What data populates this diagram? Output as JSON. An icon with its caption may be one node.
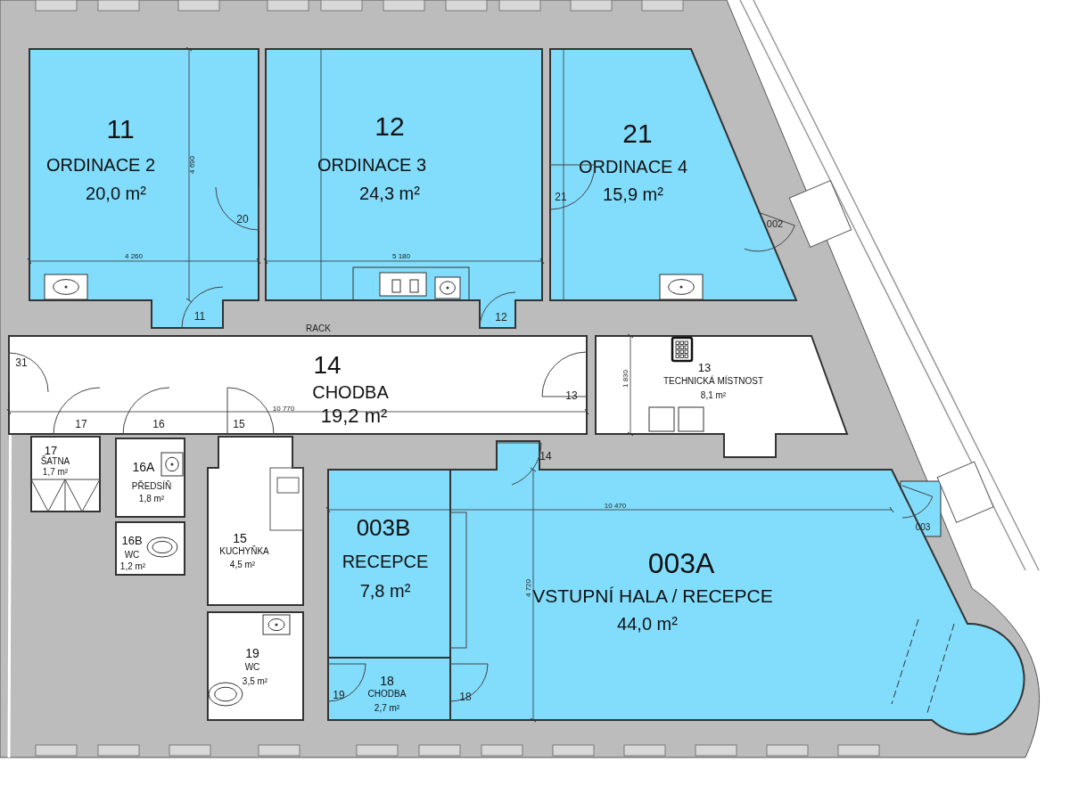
{
  "diagram": {
    "nodes": [
      {
        "text": [
          "11",
          "ORDINACE 2",
          "20,0 m²"
        ]
      },
      {
        "text": [
          "12",
          "ORDINACE 3",
          "24,3 m²"
        ]
      },
      {
        "text": [
          "21",
          "ORDINACE 4",
          "15,9 m²"
        ]
      },
      {
        "text": [
          "14",
          "CHODBA",
          "19,2 m²"
        ]
      },
      {
        "text": [
          "13",
          "TECHNICKÁ MÍSTNOST",
          "8,1 m²"
        ]
      },
      {
        "text": [
          "17",
          "ŠATNA",
          "1,7 m²"
        ]
      },
      {
        "text": [
          "16A",
          "PŘEDSÍŇ",
          "1,8 m²"
        ]
      },
      {
        "text": [
          "16B",
          "WC",
          "1,2 m²"
        ]
      },
      {
        "text": [
          "15",
          "KUCHYŇKA",
          "4,5 m²"
        ]
      },
      {
        "text": [
          "003B",
          "RECEPCE",
          "7,8 m²"
        ]
      },
      {
        "text": [
          "003A",
          "VSTUPNÍ HALA / RECEPCE",
          "44,0 m²"
        ]
      },
      {
        "text": [
          "19",
          "WC",
          "3,5 m²"
        ]
      },
      {
        "text": [
          "18",
          "CHODBA",
          "2,7 m²"
        ]
      }
    ],
    "labels": [
      "4 690",
      "20",
      "4 260",
      "5 180",
      "21",
      "002",
      "11",
      "12",
      "RACK",
      "31",
      "13",
      "1 830",
      "10 770",
      "17",
      "16",
      "15",
      "14",
      "10 470",
      "003",
      "4 720",
      "19",
      "18"
    ]
  }
}
